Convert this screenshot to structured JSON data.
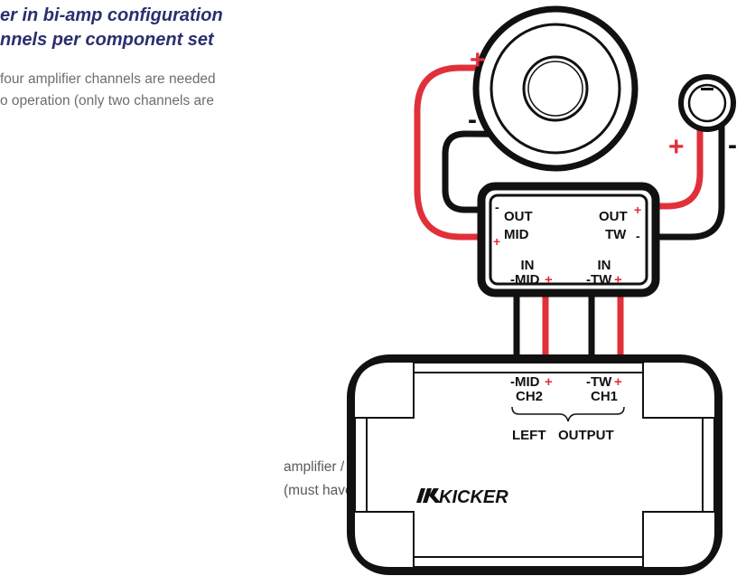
{
  "heading": {
    "line1": "er in bi-amp configuration",
    "line2": "nnels per component set"
  },
  "intro": {
    "line1": "four amplifier channels are needed",
    "line2": "o operation (only two channels are"
  },
  "polarity": {
    "plus": "+",
    "minus": "-"
  },
  "crossover": {
    "out_mid": "OUT",
    "mid": "MID",
    "out_tw": "OUT",
    "tw": "TW",
    "in_mid_label_1": "IN",
    "in_mid_label_2": "-MID",
    "in_tw_label_1": "IN",
    "in_tw_label_2": "-TW"
  },
  "amplifier": {
    "ch2_top": "-MID",
    "ch2": "CH2",
    "ch1_top": "-TW",
    "ch1": "CH1",
    "output_left": "LEFT",
    "output_right": "OUTPUT",
    "brand": "KICKER"
  },
  "callout": {
    "line1": "amplifier / source unit",
    "line2": "(must have at least four channels)"
  },
  "colors": {
    "wire_positive": "#e0303a",
    "wire_negative": "#111111",
    "heading": "#2b2f6e"
  }
}
